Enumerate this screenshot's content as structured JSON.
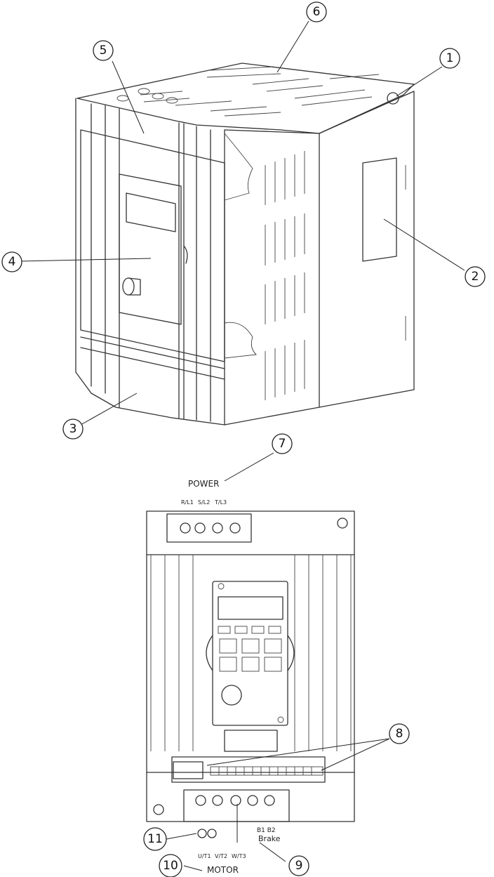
{
  "callouts": [
    "1",
    "2",
    "3",
    "4",
    "5",
    "6",
    "7",
    "8",
    "9",
    "10",
    "11"
  ],
  "terminal_labels": {
    "power": "POWER",
    "power_terms": [
      "R/L1",
      "S/L2",
      "T/L3"
    ],
    "motor": "MOTOR",
    "motor_terms": [
      "U/T1",
      "V/T2",
      "W/T3"
    ],
    "brake_terms": "B1  B2",
    "brake": "Brake"
  }
}
